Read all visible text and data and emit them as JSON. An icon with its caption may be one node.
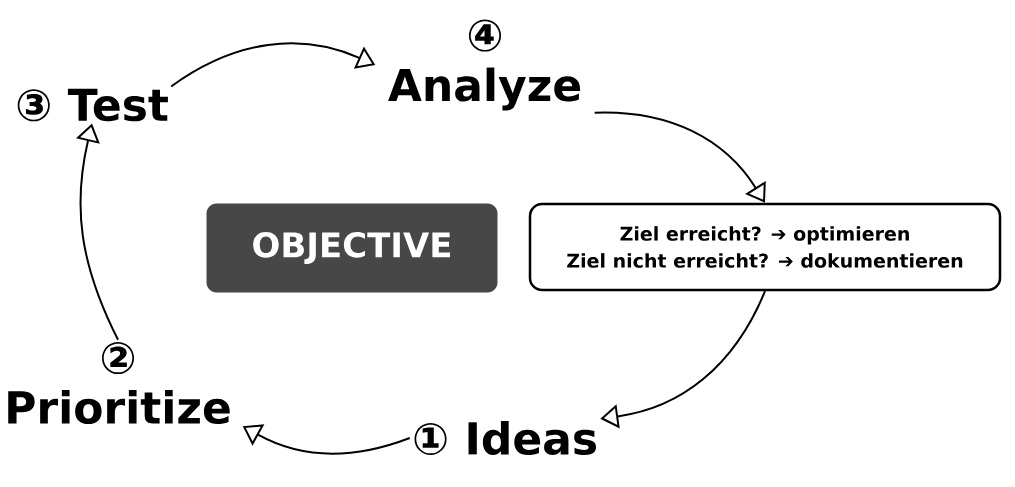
{
  "diagram": {
    "nodes": [
      {
        "text": [
          "③ Test"
        ]
      },
      {
        "text": [
          "④ Analyze"
        ]
      },
      {
        "text": [
          "OBJECTIVE"
        ]
      },
      {
        "text": [
          "Ziel erreicht? ➔ optimieren",
          "Ziel nicht erreicht? ➔ dokumentieren"
        ]
      },
      {
        "text": [
          "② Prioritize"
        ]
      },
      {
        "text": [
          "① Ideas"
        ]
      }
    ],
    "edges": [
      {
        "from": 0,
        "to": 1,
        "arrow": "to"
      },
      {
        "from": 1,
        "to": 3,
        "arrow": "to"
      },
      {
        "from": 3,
        "to": 5,
        "arrow": "to"
      },
      {
        "from": 5,
        "to": 4,
        "arrow": "to"
      },
      {
        "from": 4,
        "to": 0,
        "arrow": "to"
      }
    ]
  }
}
